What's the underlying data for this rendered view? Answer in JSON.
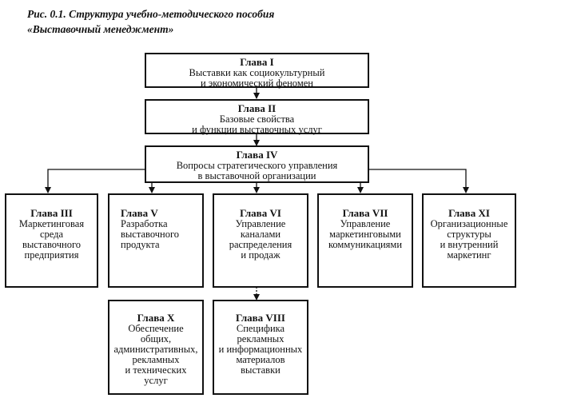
{
  "caption": {
    "line1": "Рис. 0.1. Структура учебно-методического пособия",
    "line2": "«Выставочный менеджмент»"
  },
  "boxes": {
    "ch1": {
      "title": "Глава I",
      "text": "Выставки как социокультурный\nи экономический феномен"
    },
    "ch2": {
      "title": "Глава II",
      "text": "Базовые свойства\nи функции выставочных услуг"
    },
    "ch4": {
      "title": "Глава IV",
      "text": "Вопросы стратегического управления\nв выставочной организации"
    },
    "ch3": {
      "title": "Глава III",
      "text": "Маркетинговая\nсреда\nвыставочного\nпредприятия"
    },
    "ch5": {
      "title": "Глава V",
      "text": "Разработка\nвыставочного\nпродукта"
    },
    "ch6": {
      "title": "Глава VI",
      "text": "Управление\nканалами\nраспределения\nи продаж"
    },
    "ch7": {
      "title": "Глава VII",
      "text": "Управление\nмаркетинговыми\nкоммуникациями"
    },
    "ch11": {
      "title": "Глава XI",
      "text": "Организационные\nструктуры\nи внутренний\nмаркетинг"
    },
    "ch10": {
      "title": "Глава X",
      "text": "Обеспечение\nобщих,\nадминистративных,\nрекламных\nи технических\nуслуг"
    },
    "ch8": {
      "title": "Глава VIII",
      "text": "Специфика\nрекламных\nи информационных\nматериалов\nвыставки"
    }
  }
}
